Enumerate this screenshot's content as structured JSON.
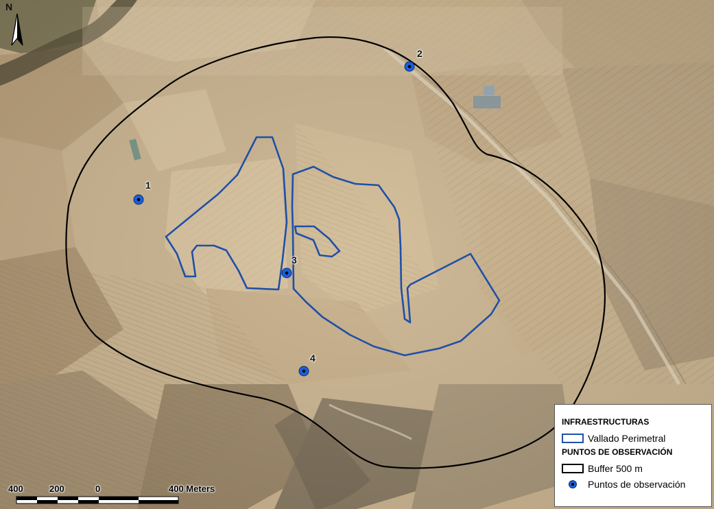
{
  "map": {
    "north_label": "N",
    "scale": {
      "labels": [
        "400",
        "200",
        "0",
        "400 Meters"
      ]
    },
    "observation_points": [
      {
        "label": "1"
      },
      {
        "label": "2"
      },
      {
        "label": "3"
      },
      {
        "label": "4"
      }
    ],
    "legend": {
      "heading_1": "INFRAESTRUCTURAS",
      "item_fence": "Vallado Perimetral",
      "heading_2": "PUNTOS DE OBSERVACIÓN",
      "item_buffer": "Buffer 500 m",
      "item_points": "Puntos de observación"
    },
    "colors": {
      "fence": "#1f4fa8",
      "buffer": "#000000",
      "point_fill": "#1a5fd8",
      "terrain": "#c9b595"
    }
  }
}
